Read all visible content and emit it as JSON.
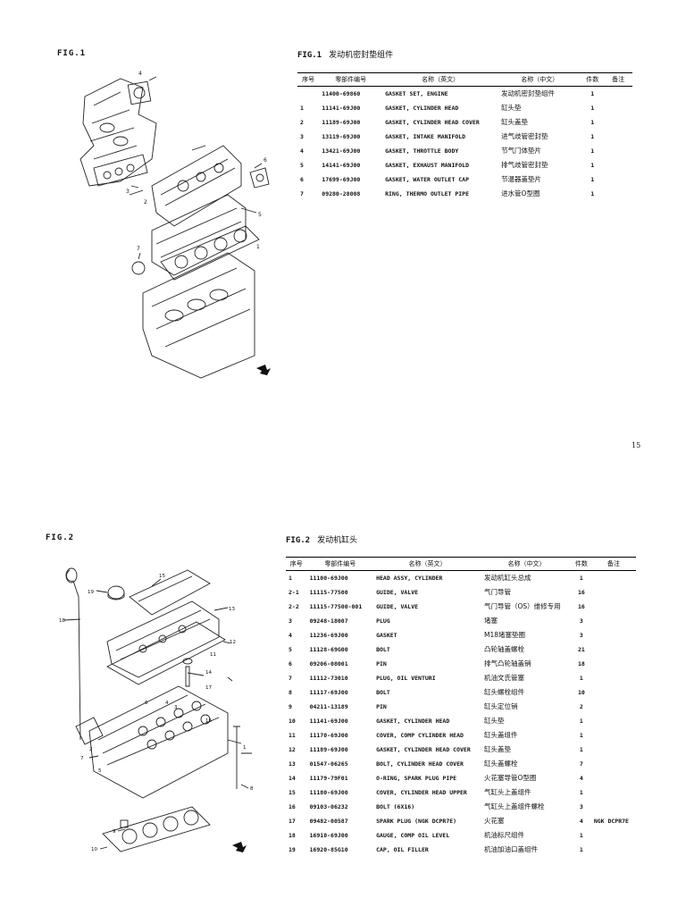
{
  "fig1": {
    "label": "FIG.1",
    "title_code": "FIG.1",
    "title_cn": "发动机密封垫组件",
    "headers": [
      "序号",
      "零部件编号",
      "名称（英文）",
      "名称（中文）",
      "件数",
      "备注"
    ],
    "rows": [
      {
        "no": "",
        "part": "11400-69860",
        "en": "GASKET SET, ENGINE",
        "cn": "发动机密封垫组件",
        "qty": "1",
        "note": ""
      },
      {
        "no": "1",
        "part": "11141-69J00",
        "en": "GASKET, CYLINDER HEAD",
        "cn": "缸头垫",
        "qty": "1",
        "note": ""
      },
      {
        "no": "2",
        "part": "11189-69J00",
        "en": "GASKET, CYLINDER HEAD COVER",
        "cn": "缸头盖垫",
        "qty": "1",
        "note": ""
      },
      {
        "no": "3",
        "part": "13119-69J00",
        "en": "GASKET, INTAKE MANIFOLD",
        "cn": "进气歧管密封垫",
        "qty": "1",
        "note": ""
      },
      {
        "no": "4",
        "part": "13421-69J00",
        "en": "GASKET, THROTTLE BODY",
        "cn": "节气门体垫片",
        "qty": "1",
        "note": ""
      },
      {
        "no": "5",
        "part": "14141-69J00",
        "en": "GASKET, EXHAUST MANIFOLD",
        "cn": "排气歧管密封垫",
        "qty": "1",
        "note": ""
      },
      {
        "no": "6",
        "part": "17699-69J00",
        "en": "GASKET, WATER OUTLET CAP",
        "cn": "节温器盖垫片",
        "qty": "1",
        "note": ""
      },
      {
        "no": "7",
        "part": "09280-28008",
        "en": "RING, THERMO OUTLET PIPE",
        "cn": "进水管O型圈",
        "qty": "1",
        "note": ""
      }
    ],
    "callouts": [
      "1",
      "2",
      "3",
      "4",
      "5",
      "6",
      "7"
    ]
  },
  "page_number": "15",
  "fig2": {
    "label": "FIG.2",
    "title_code": "FIG.2",
    "title_cn": "发动机缸头",
    "headers": [
      "序号",
      "零部件编号",
      "名称（英文）",
      "名称（中文）",
      "件数",
      "备注"
    ],
    "rows": [
      {
        "no": "1",
        "part": "11100-69J00",
        "en": "HEAD ASSY, CYLINDER",
        "cn": "发动机缸头总成",
        "qty": "1",
        "note": ""
      },
      {
        "no": "2-1",
        "part": "11115-77500",
        "en": "GUIDE, VALVE",
        "cn": "气门导管",
        "qty": "16",
        "note": ""
      },
      {
        "no": "2-2",
        "part": "11115-77500-001",
        "en": "GUIDE, VALVE",
        "cn": "气门导管（OS）维修专用",
        "qty": "16",
        "note": ""
      },
      {
        "no": "3",
        "part": "09248-18007",
        "en": "PLUG",
        "cn": "堵塞",
        "qty": "3",
        "note": ""
      },
      {
        "no": "4",
        "part": "11236-69J00",
        "en": "GASKET",
        "cn": "M18堵塞垫圈",
        "qty": "3",
        "note": ""
      },
      {
        "no": "5",
        "part": "11128-69G00",
        "en": "BOLT",
        "cn": "凸轮轴盖螺栓",
        "qty": "21",
        "note": ""
      },
      {
        "no": "6",
        "part": "09206-08001",
        "en": "PIN",
        "cn": "排气凸轮轴盖销",
        "qty": "18",
        "note": ""
      },
      {
        "no": "7",
        "part": "11112-73010",
        "en": "PLUG, OIL VENTURI",
        "cn": "机油文氏管塞",
        "qty": "1",
        "note": ""
      },
      {
        "no": "8",
        "part": "11117-69J00",
        "en": "BOLT",
        "cn": "缸头螺栓组件",
        "qty": "10",
        "note": ""
      },
      {
        "no": "9",
        "part": "04211-13189",
        "en": "PIN",
        "cn": "缸头定位销",
        "qty": "2",
        "note": ""
      },
      {
        "no": "10",
        "part": "11141-69J00",
        "en": "GASKET, CYLINDER HEAD",
        "cn": "缸头垫",
        "qty": "1",
        "note": ""
      },
      {
        "no": "11",
        "part": "11170-69J00",
        "en": "COVER, COMP CYLINDER HEAD",
        "cn": "缸头盖组件",
        "qty": "1",
        "note": ""
      },
      {
        "no": "12",
        "part": "11189-69J00",
        "en": "GASKET, CYLINDER HEAD COVER",
        "cn": "缸头盖垫",
        "qty": "1",
        "note": ""
      },
      {
        "no": "13",
        "part": "01547-06265",
        "en": "BOLT, CYLINDER HEAD COVER",
        "cn": "缸头盖螺栓",
        "qty": "7",
        "note": ""
      },
      {
        "no": "14",
        "part": "11179-79F01",
        "en": "O-RING, SPARK PLUG PIPE",
        "cn": "火花塞导管O型圈",
        "qty": "4",
        "note": ""
      },
      {
        "no": "15",
        "part": "11180-69J00",
        "en": "COVER, CYLINDER HEAD UPPER",
        "cn": "气缸头上盖组件",
        "qty": "1",
        "note": ""
      },
      {
        "no": "16",
        "part": "09103-06232",
        "en": "BOLT (6X16)",
        "cn": "气缸头上盖组件螺栓",
        "qty": "3",
        "note": ""
      },
      {
        "no": "17",
        "part": "09482-00587",
        "en": "SPARK PLUG (NGK DCPR7E)",
        "cn": "火花塞",
        "qty": "4",
        "note": "NGK DCPR7E"
      },
      {
        "no": "18",
        "part": "16910-69J00",
        "en": "GAUGE, COMP OIL LEVEL",
        "cn": "机油标尺组件",
        "qty": "1",
        "note": ""
      },
      {
        "no": "19",
        "part": "16920-85G10",
        "en": "CAP, OIL FILLER",
        "cn": "机油加油口盖组件",
        "qty": "1",
        "note": ""
      }
    ],
    "callouts": [
      "1",
      "2",
      "3",
      "4",
      "5",
      "6",
      "7",
      "8",
      "9",
      "10",
      "11",
      "12",
      "13",
      "14",
      "15",
      "16",
      "17",
      "18",
      "19"
    ]
  }
}
